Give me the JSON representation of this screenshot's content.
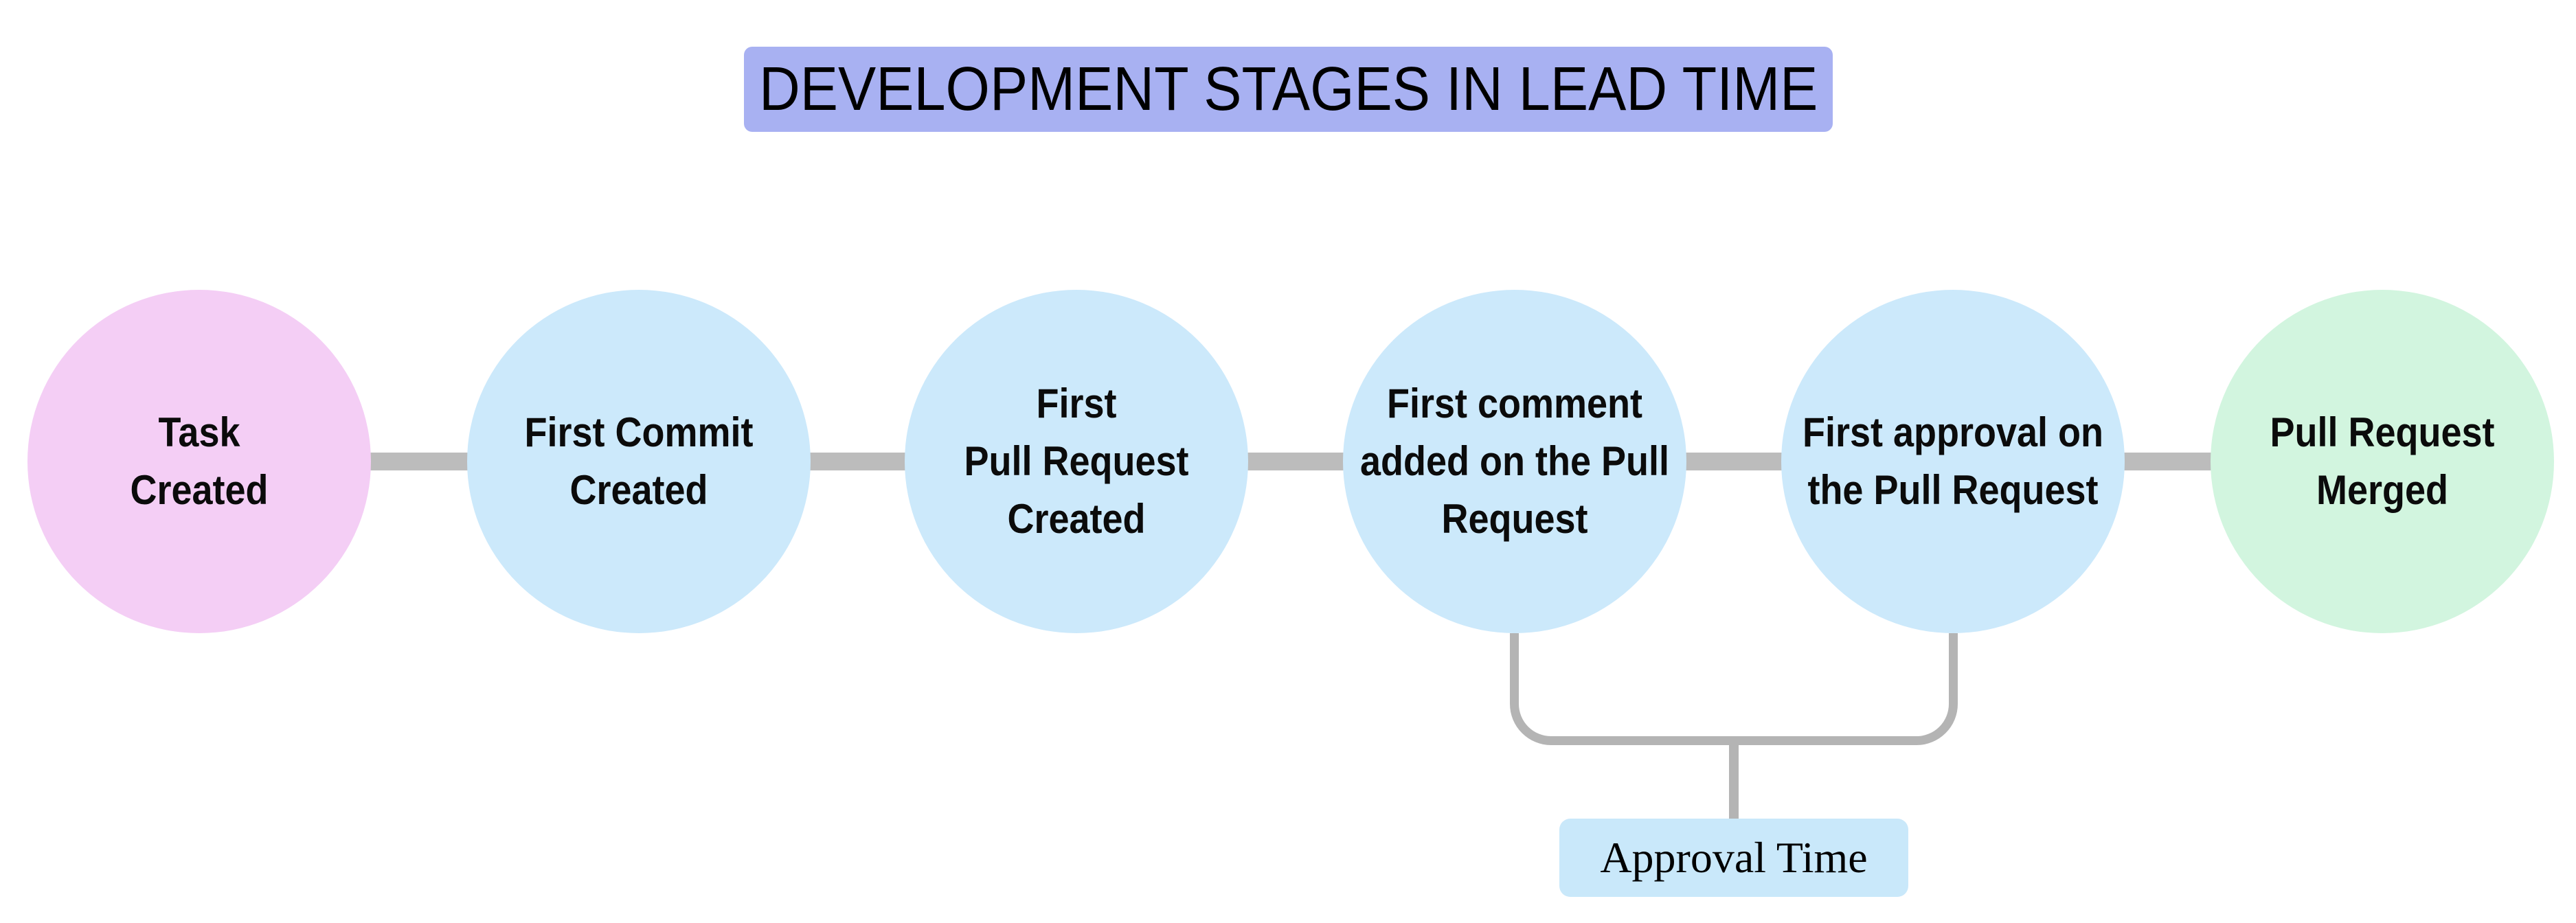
{
  "title": {
    "text": "DEVELOPMENT STAGES IN LEAD TIME",
    "bg_color": "#a8b1f2"
  },
  "stages": [
    {
      "label": "Task\nCreated",
      "color": "#f4cef5"
    },
    {
      "label": "First Commit\nCreated",
      "color": "#cce9fb"
    },
    {
      "label": "First\nPull Request\nCreated",
      "color": "#cce9fb"
    },
    {
      "label": "First comment\nadded on the Pull\nRequest",
      "color": "#cce9fb"
    },
    {
      "label": "First approval on\nthe Pull Request",
      "color": "#cce9fb"
    },
    {
      "label": "Pull Request\nMerged",
      "color": "#d2f5df"
    }
  ],
  "annotation": {
    "label": "Approval Time",
    "bg_color": "#c9e8fa"
  },
  "colors": {
    "connector": "#bcbcbc",
    "bracket": "#b4b4b4",
    "background": "#ffffff",
    "text": "#000000"
  }
}
